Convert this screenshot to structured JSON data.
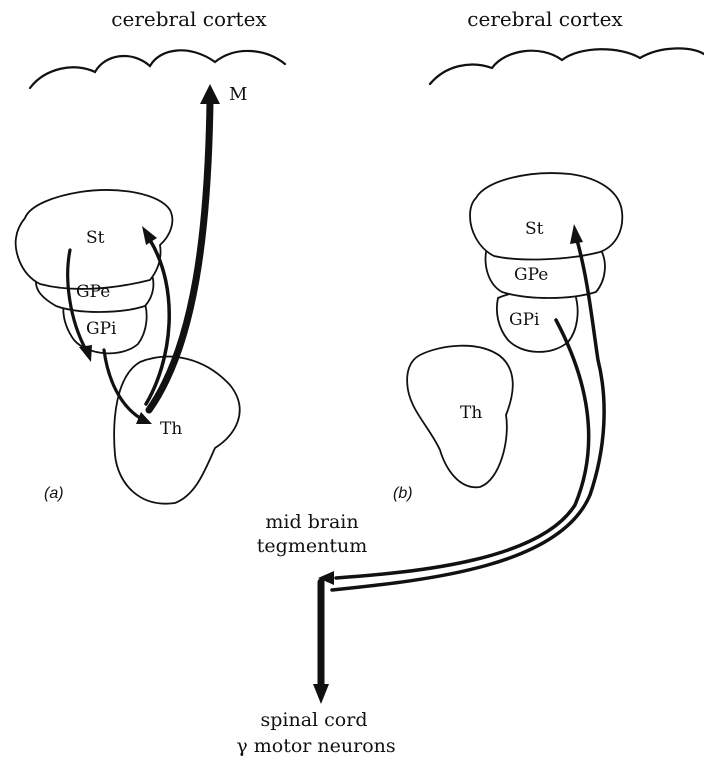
{
  "panel_a": {
    "cortex_label": "cerebral cortex",
    "motor_label": "M",
    "striatum": "St",
    "gpe": "GPe",
    "gpi": "GPi",
    "thalamus": "Th",
    "panel_label": "(a)"
  },
  "panel_b": {
    "cortex_label": "cerebral cortex",
    "striatum": "St",
    "gpe": "GPe",
    "gpi": "GPi",
    "thalamus": "Th",
    "panel_label": "(b)",
    "midbrain_line1": "mid brain",
    "midbrain_line2": "tegmentum",
    "spinal_line1": "spinal cord",
    "spinal_line2": "γ motor neurons"
  }
}
